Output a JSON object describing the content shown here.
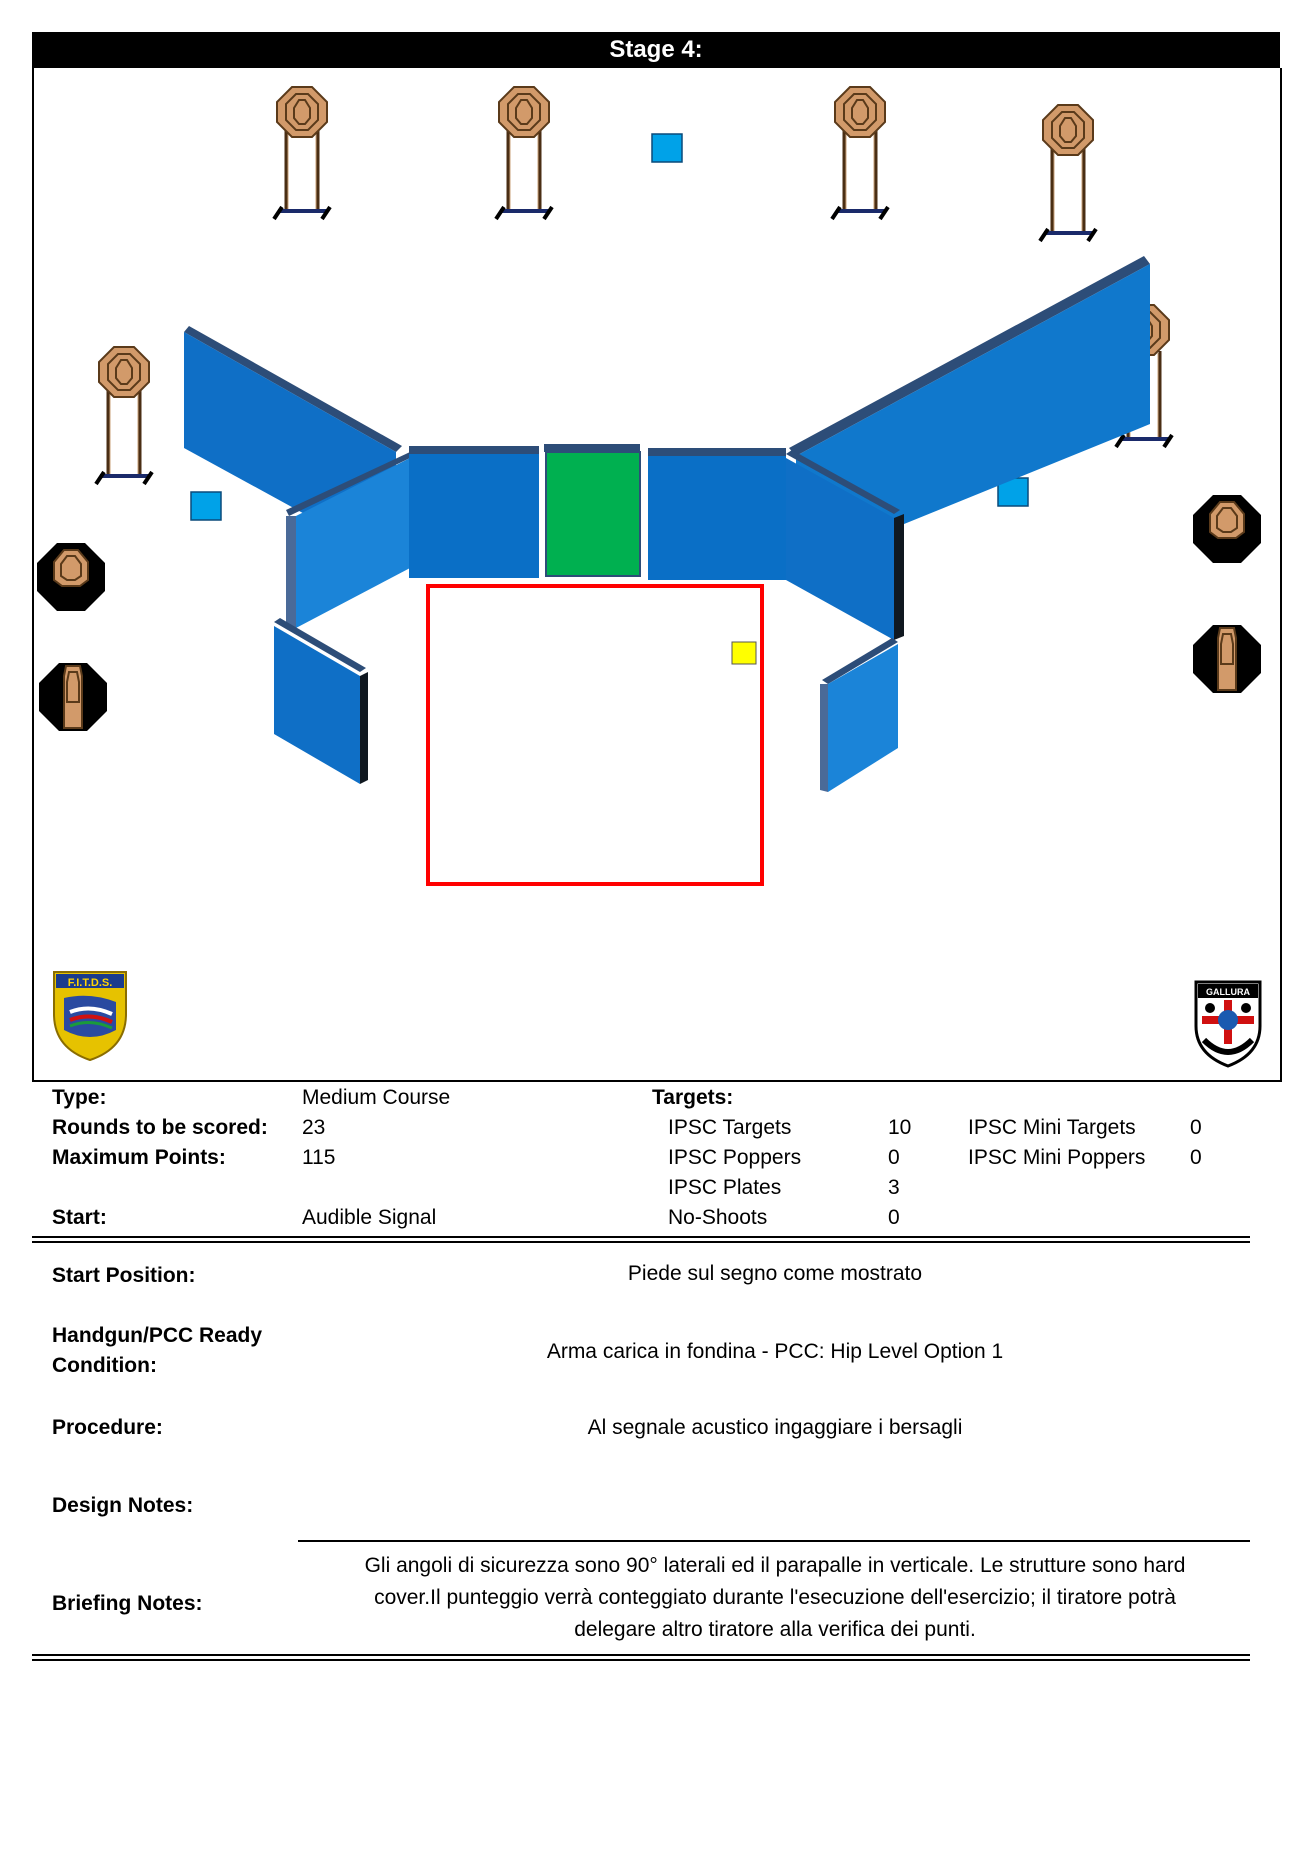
{
  "stage": {
    "title": "Stage 4:"
  },
  "info": {
    "type_label": "Type:",
    "type_value": "Medium Course",
    "rounds_label": "Rounds to be scored:",
    "rounds_value": "23",
    "points_label": "Maximum Points:",
    "points_value": "115",
    "start_label": "Start:",
    "start_value": "Audible Signal"
  },
  "targets": {
    "heading": "Targets:",
    "ipsc_targets_label": "IPSC Targets",
    "ipsc_targets_value": "10",
    "ipsc_poppers_label": "IPSC Poppers",
    "ipsc_poppers_value": "0",
    "ipsc_plates_label": "IPSC Plates",
    "ipsc_plates_value": "3",
    "no_shoots_label": "No-Shoots",
    "no_shoots_value": "0",
    "mini_targets_label": "IPSC Mini Targets",
    "mini_targets_value": "0",
    "mini_poppers_label": "IPSC Mini Poppers",
    "mini_poppers_value": "0"
  },
  "details": {
    "start_position_label": "Start Position:",
    "start_position_value": "Piede sul segno come mostrato",
    "ready_label_line1": "Handgun/PCC Ready",
    "ready_label_line2": "Condition:",
    "ready_value": "Arma carica in fondina - PCC: Hip Level Option 1",
    "procedure_label": "Procedure:",
    "procedure_value": "Al segnale acustico ingaggiare i bersagli",
    "design_notes_label": "Design Notes:",
    "briefing_label": "Briefing Notes:",
    "briefing_line1": "Gli angoli di sicurezza sono 90° laterali ed il parapalle in verticale. Le strutture sono hard",
    "briefing_line2": "cover.Il punteggio verrà conteggiato durante l'esecuzione dell'esercizio; il tiratore potrà",
    "briefing_line3": "delegare altro tiratore alla verifica  dei punti."
  },
  "logos": {
    "left_logo_text": "F.I.T.D.S.",
    "right_logo_text": "GALLURA"
  },
  "colors": {
    "wall_blue": "#0a6fc6",
    "wall_side": "#2d4d78",
    "door_green": "#00b050",
    "shooting_box_red": "#ff0000",
    "plate_blue": "#00a2e8",
    "start_mark_yellow": "#ffff00",
    "target_tan": "#d29a6a",
    "noshoot_black": "#000000"
  }
}
